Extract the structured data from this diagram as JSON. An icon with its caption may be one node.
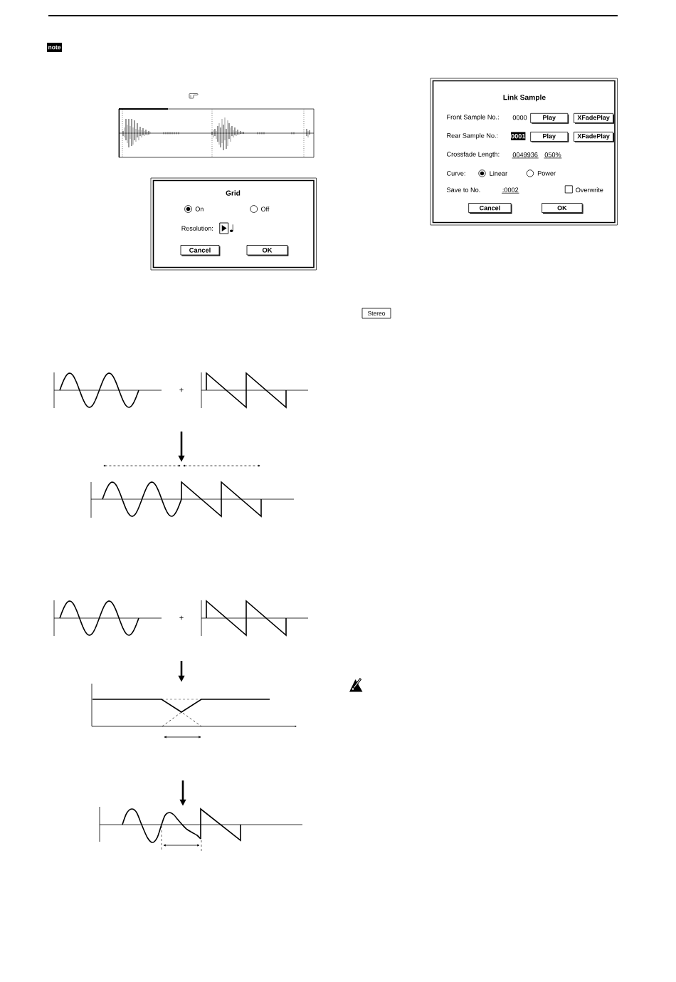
{
  "diagram": {
    "nodes": [
      {
        "text": [
          "note"
        ]
      },
      {
        "text": [
          "Grid",
          "On",
          "Off",
          "Resolution:"
        ]
      },
      {
        "text": [
          "Cancel"
        ],
        "in": 1
      },
      {
        "text": [
          "OK"
        ],
        "in": 1
      },
      {
        "text": [],
        "shape": "picture"
      },
      {
        "text": [],
        "shape": "picture"
      },
      {
        "text": [],
        "shape": "picture"
      },
      {
        "text": [
          "Link Sample",
          "Front Sample No.:",
          "0000",
          "Rear Sample No.:",
          "Crossfade Length:",
          "0049936",
          "050%",
          "Curve:",
          "Linear",
          "Power",
          "Save to No.",
          ":0002",
          "Overwrite"
        ]
      },
      {
        "text": [
          "Play"
        ],
        "in": 7
      },
      {
        "text": [
          "XFadePlay"
        ],
        "in": 7
      },
      {
        "text": [
          "0001"
        ],
        "in": 7
      },
      {
        "text": [
          "Play"
        ],
        "in": 7
      },
      {
        "text": [
          "XFadePlay"
        ],
        "in": 7
      },
      {
        "text": [
          "Cancel"
        ],
        "in": 7
      },
      {
        "text": [
          "OK"
        ],
        "in": 7
      },
      {
        "text": [
          "Stereo"
        ]
      }
    ],
    "edges": [
      {
        "from": null,
        "to": 4,
        "arrow": "to"
      },
      {
        "from": null,
        "to": 5,
        "arrow": "to"
      },
      {
        "from": null,
        "to": 6,
        "arrow": "to"
      }
    ],
    "labels": [
      "+",
      "+"
    ]
  }
}
